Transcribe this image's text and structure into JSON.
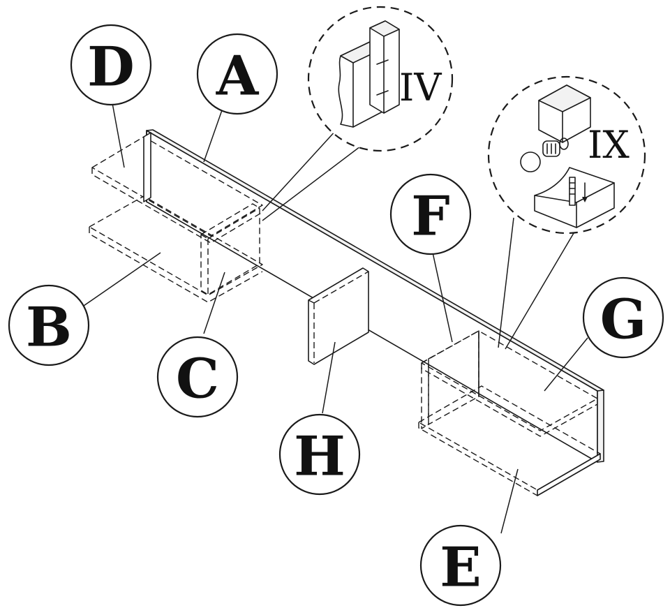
{
  "callouts": {
    "A": "A",
    "B": "B",
    "C": "C",
    "D": "D",
    "E": "E",
    "F": "F",
    "G": "G",
    "H": "H"
  },
  "details": {
    "dowel_joint": "IV",
    "cam_lock": "IX"
  },
  "colors": {
    "line": "#1a1a1a",
    "background": "#ffffff"
  }
}
